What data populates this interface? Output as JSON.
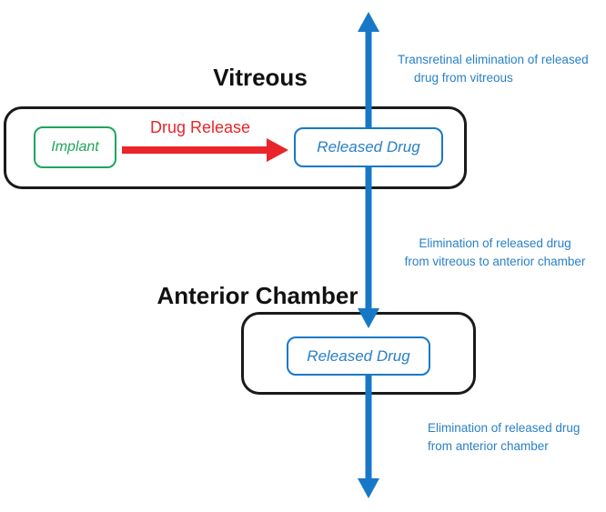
{
  "diagram": {
    "vitreous": {
      "title": "Vitreous",
      "implant_label": "Implant",
      "drug_release_label": "Drug Release",
      "released_drug_label": "Released Drug"
    },
    "anterior": {
      "title": "Anterior Chamber",
      "released_drug_label": "Released Drug"
    },
    "arrows": {
      "transretinal": {
        "text": "Transretinal elimination of released drug from vitreous",
        "lines": [
          "Transretinal elimination of released",
          "drug from vitreous"
        ]
      },
      "vitreous_to_anterior": {
        "text": "Elimination of released drug from vitreous to anterior chamber",
        "lines": [
          "Elimination of released drug",
          "from vitreous to anterior chamber"
        ]
      },
      "anterior_elimination": {
        "text": "Elimination of released drug from anterior chamber",
        "lines": [
          "Elimination of released drug",
          "from anterior chamber"
        ]
      }
    },
    "colors": {
      "blue_shape": "#1878c8",
      "blue_text": "#2980c8",
      "green": "#1ea65c",
      "red": "#e9252b",
      "outline": "#1a1a1a",
      "background": "#ffffff"
    }
  }
}
